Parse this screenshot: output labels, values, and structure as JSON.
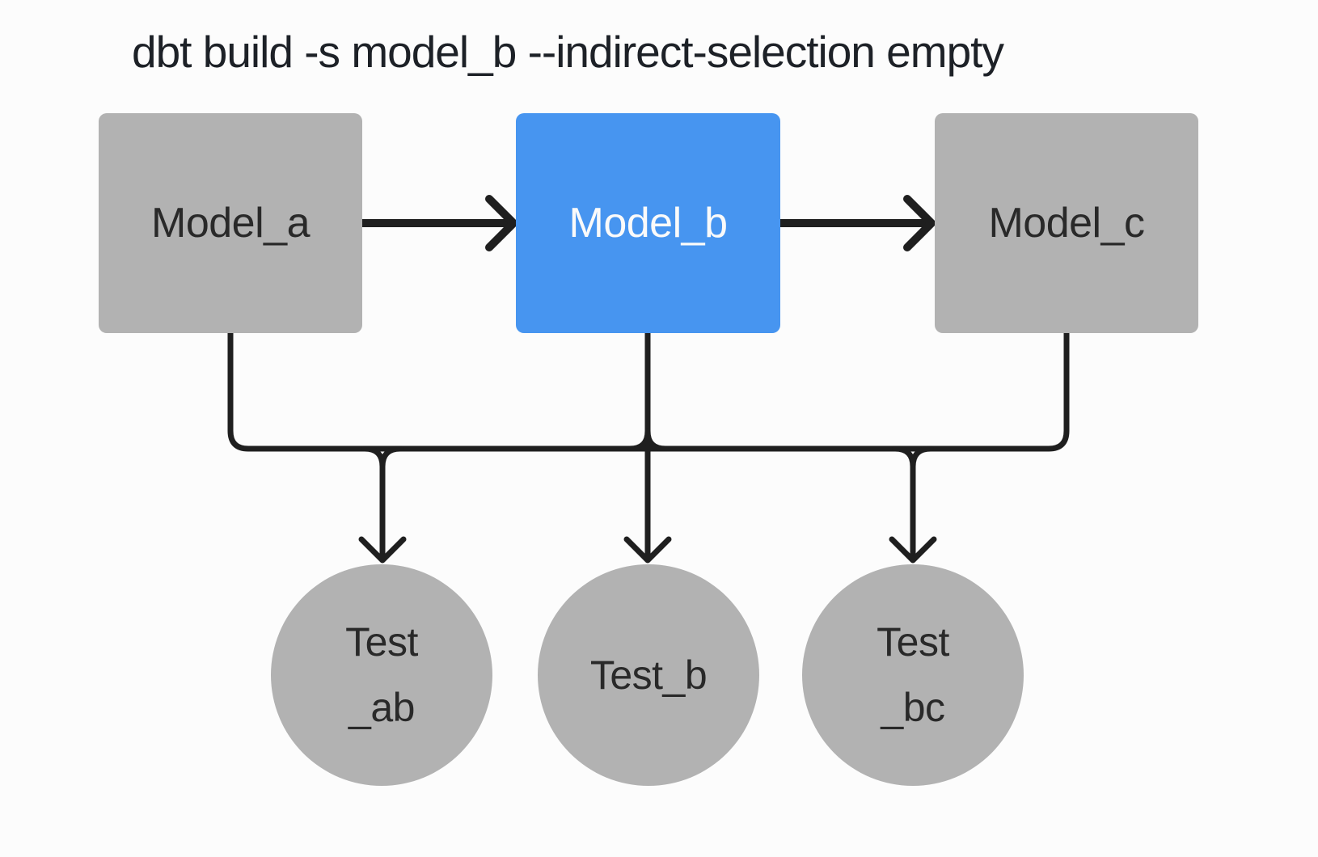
{
  "command": {
    "text": "dbt build -s model_b --indirect-selection empty"
  },
  "diagram": {
    "type": "dbt-dag",
    "selected_node": "model_b",
    "nodes": {
      "model_a": {
        "label": "Model_a",
        "shape": "rect",
        "selected": false
      },
      "model_b": {
        "label": "Model_b",
        "shape": "rect",
        "selected": true
      },
      "model_c": {
        "label": "Model_c",
        "shape": "rect",
        "selected": false
      },
      "test_ab": {
        "label_lines": [
          "Test",
          "_ab"
        ],
        "shape": "circle",
        "selected": false
      },
      "test_b": {
        "label_lines": [
          "Test_b"
        ],
        "shape": "circle",
        "selected": false
      },
      "test_bc": {
        "label_lines": [
          "Test",
          "_bc"
        ],
        "shape": "circle",
        "selected": false
      }
    },
    "edges": [
      {
        "from": "model_a",
        "to": "model_b"
      },
      {
        "from": "model_b",
        "to": "model_c"
      },
      {
        "from": "model_a, model_b",
        "to": "test_ab"
      },
      {
        "from": "model_b",
        "to": "test_b"
      },
      {
        "from": "model_b, model_c",
        "to": "test_bc"
      }
    ]
  },
  "colors": {
    "background": "#fcfcfc",
    "node_gray": "#b2b2b2",
    "node_selected_blue": "#4795f0",
    "edge_line": "#1f1f1f",
    "text_dark": "#292929",
    "text_light": "#fafafa",
    "title_text": "#1d2127"
  }
}
